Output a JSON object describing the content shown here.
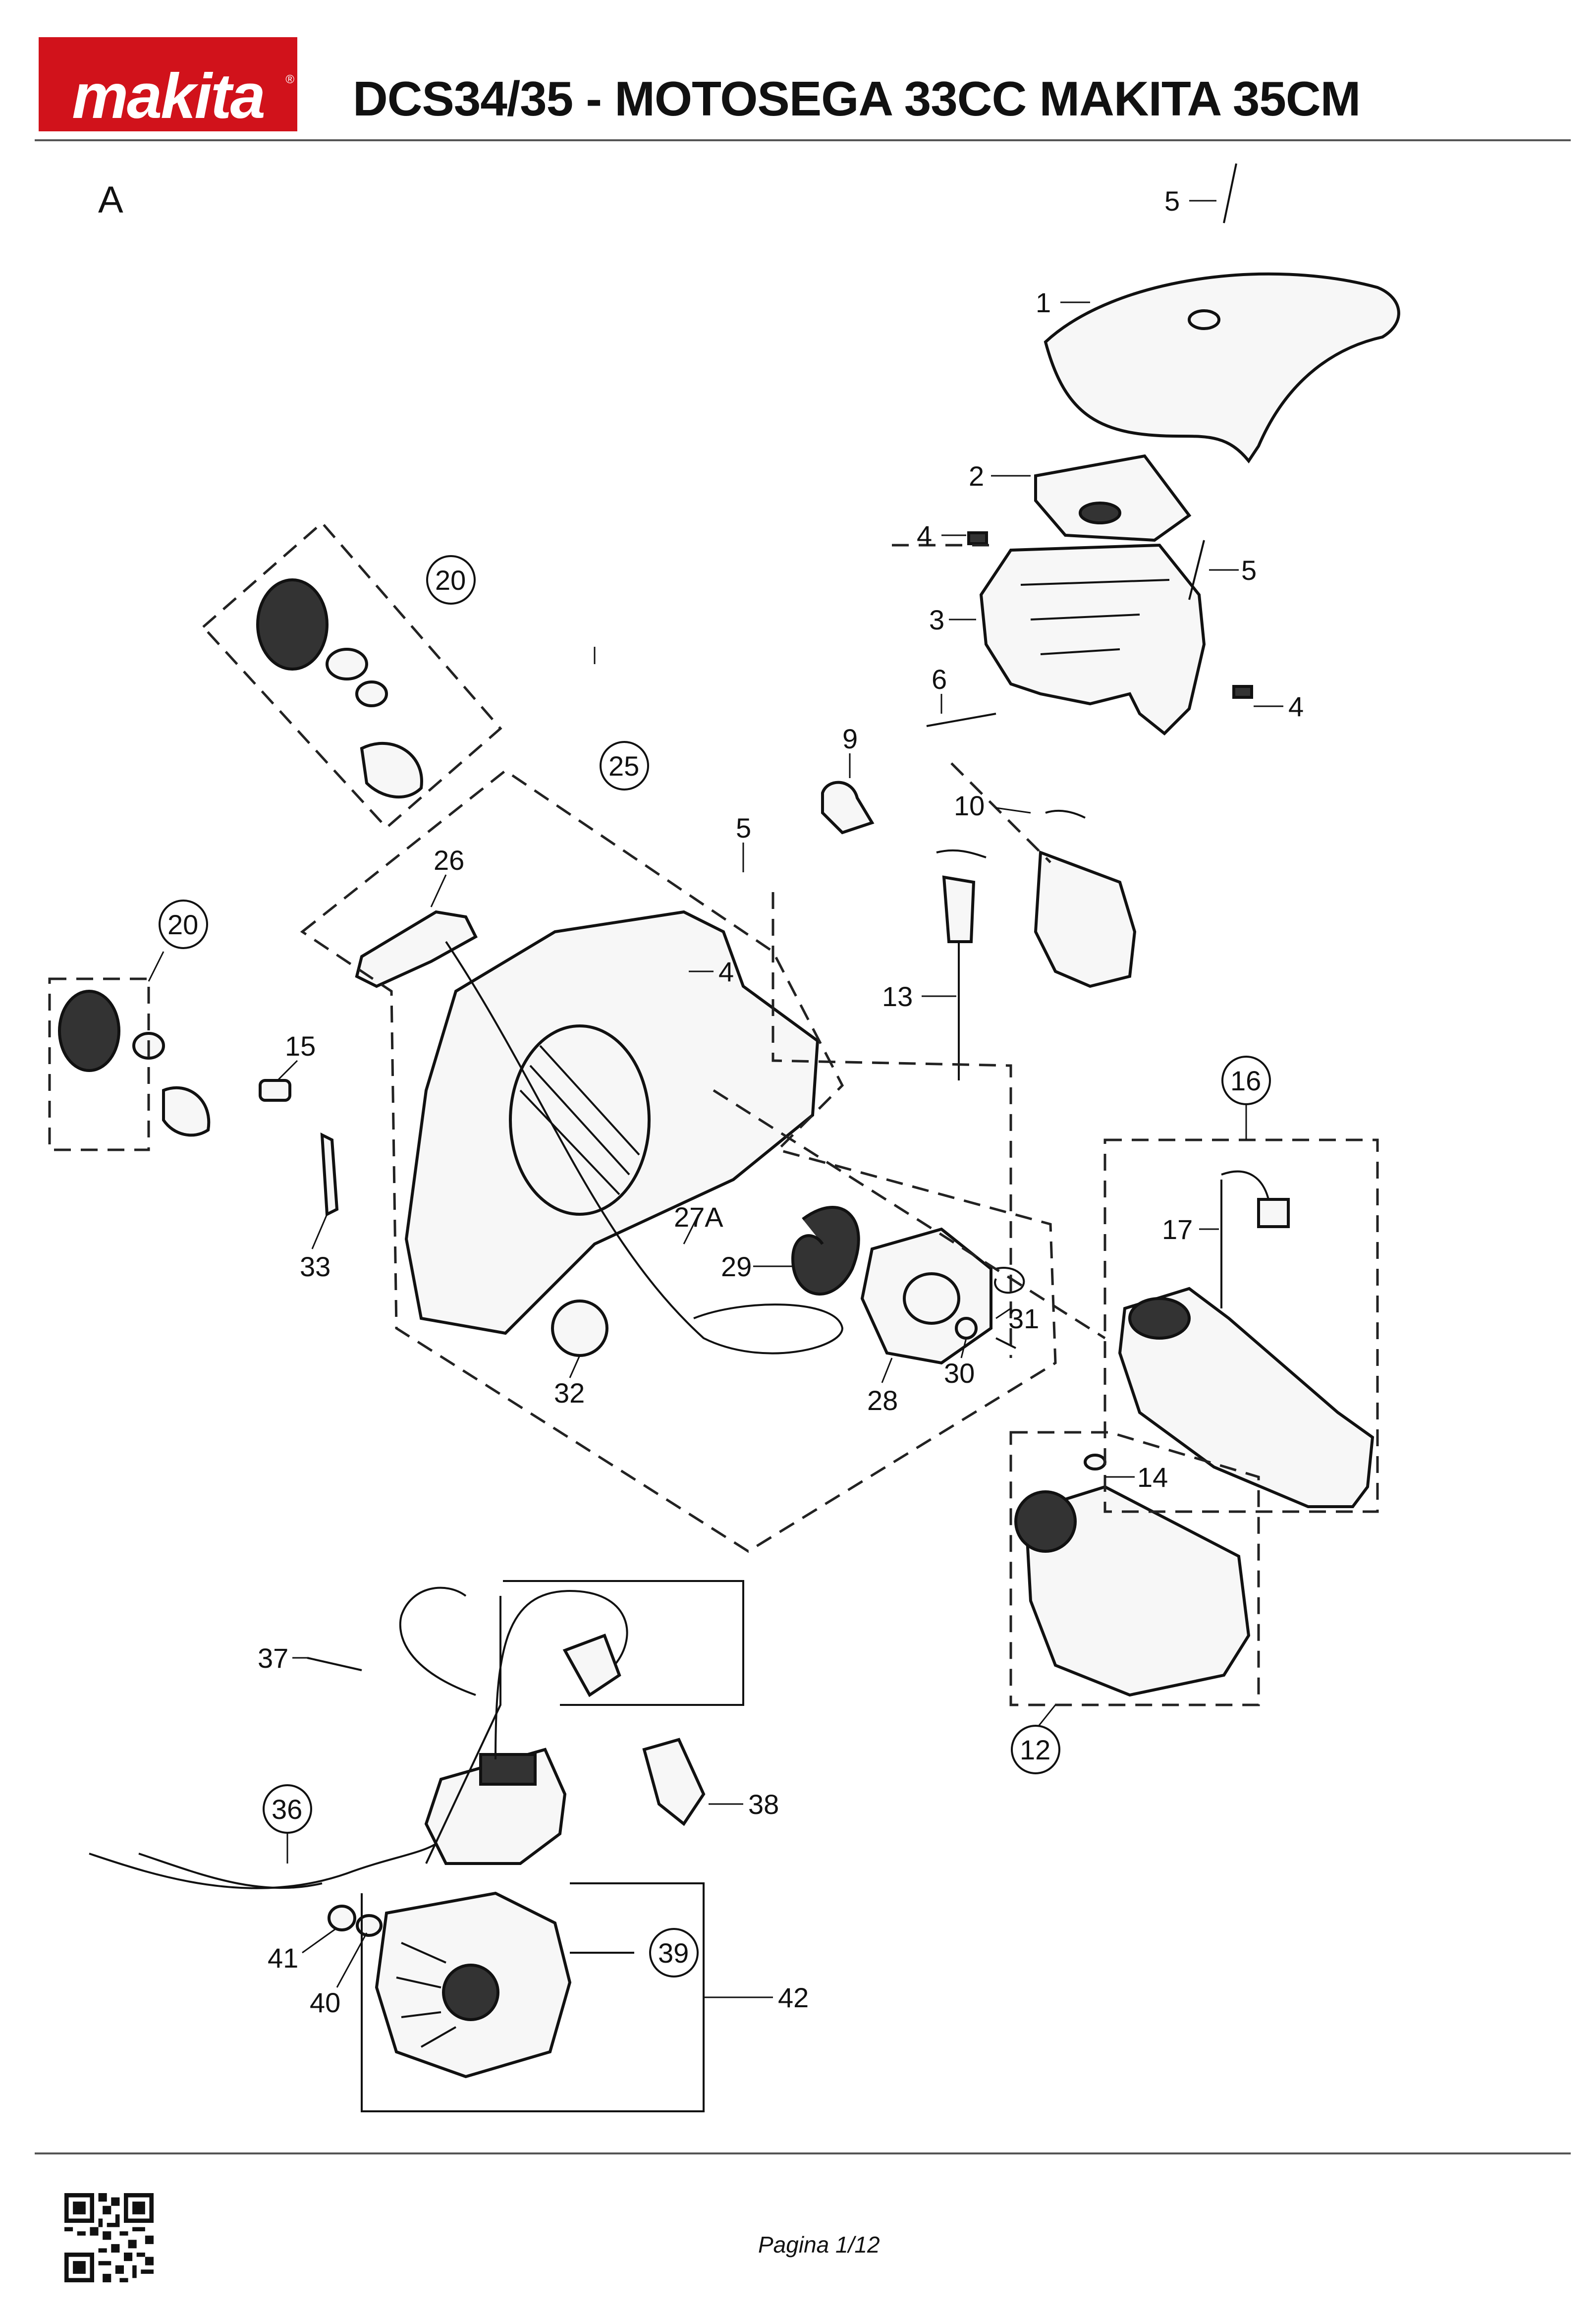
{
  "header": {
    "brand": "makita",
    "brand_color": "#d1121b",
    "title": "DCS34/35 - MOTOSEGA 33CC MAKITA 35CM"
  },
  "section_label": "A",
  "diagram": {
    "part_labels": [
      {
        "id": "p5a",
        "text": "5"
      },
      {
        "id": "p1",
        "text": "1"
      },
      {
        "id": "p2",
        "text": "2"
      },
      {
        "id": "p4a",
        "text": "4"
      },
      {
        "id": "p5b",
        "text": "5"
      },
      {
        "id": "p3",
        "text": "3"
      },
      {
        "id": "p6",
        "text": "6"
      },
      {
        "id": "p4b",
        "text": "4"
      },
      {
        "id": "p9",
        "text": "9"
      },
      {
        "id": "p10",
        "text": "10"
      },
      {
        "id": "p13",
        "text": "13"
      },
      {
        "id": "p20a",
        "text": "20"
      },
      {
        "id": "p25",
        "text": "25"
      },
      {
        "id": "p5c",
        "text": "5"
      },
      {
        "id": "p26",
        "text": "26"
      },
      {
        "id": "p4c",
        "text": "4"
      },
      {
        "id": "p20b",
        "text": "20"
      },
      {
        "id": "p15",
        "text": "15"
      },
      {
        "id": "p16",
        "text": "16"
      },
      {
        "id": "p17",
        "text": "17"
      },
      {
        "id": "p27a",
        "text": "27A"
      },
      {
        "id": "p33",
        "text": "33"
      },
      {
        "id": "p29",
        "text": "29"
      },
      {
        "id": "p31",
        "text": "31"
      },
      {
        "id": "p30",
        "text": "30"
      },
      {
        "id": "p32",
        "text": "32"
      },
      {
        "id": "p28",
        "text": "28"
      },
      {
        "id": "p14",
        "text": "14"
      },
      {
        "id": "p12",
        "text": "12"
      },
      {
        "id": "p37",
        "text": "37"
      },
      {
        "id": "p36",
        "text": "36"
      },
      {
        "id": "p38",
        "text": "38"
      },
      {
        "id": "p39",
        "text": "39"
      },
      {
        "id": "p41",
        "text": "41"
      },
      {
        "id": "p40",
        "text": "40"
      },
      {
        "id": "p42",
        "text": "42"
      }
    ]
  },
  "footer": {
    "page": "Pagina 1/12",
    "qr_icon": "qr-code-icon"
  }
}
